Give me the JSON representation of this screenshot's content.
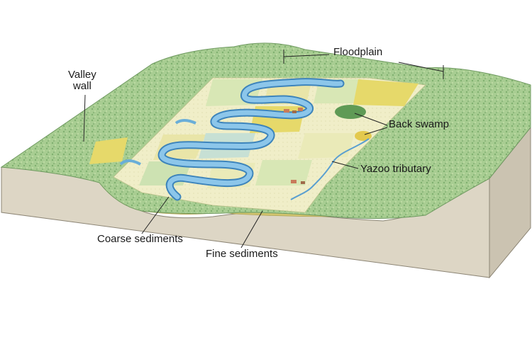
{
  "labels": {
    "valley_wall_line1": "Valley",
    "valley_wall_line2": "wall",
    "floodplain": "Floodplain",
    "back_swamp": "Back swamp",
    "yazoo_tributary": "Yazoo tributary",
    "coarse_sediments": "Coarse sediments",
    "fine_sediments": "Fine sediments"
  },
  "colors": {
    "background": "#ffffff",
    "hills": "#9cc58a",
    "hills_shade": "#6fa565",
    "floodplain_fields": "#f2f0c8",
    "field_green": "#d8e7b5",
    "field_yellow": "#e6d96a",
    "river": "#6aaed8",
    "river_edge": "#3d84bb",
    "cross_section_top": "#e5e0d3",
    "cross_section_side": "#cfc8b8",
    "coarse_sediments": "#e3d27a",
    "fine_sediments": "#c9d6d9",
    "callout_line": "#222222"
  }
}
